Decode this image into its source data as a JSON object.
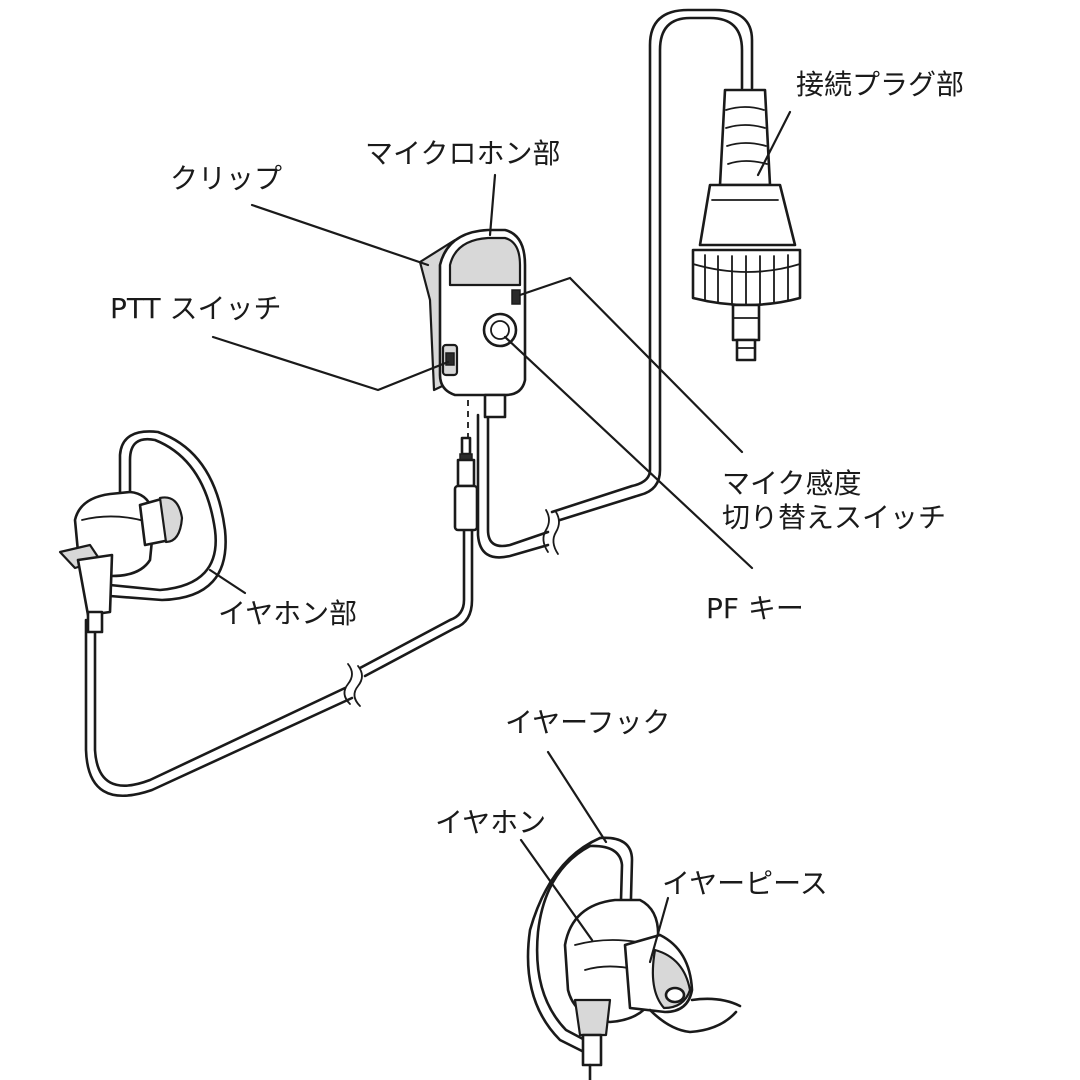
{
  "labels": {
    "connector_plug": "接続プラグ部",
    "microphone": "マイクロホン部",
    "clip": "クリップ",
    "ptt_switch": "PTT スイッチ",
    "mic_sensitivity_line1": "マイク感度",
    "mic_sensitivity_line2": "切り替えスイッチ",
    "earphone_unit": "イヤホン部",
    "pf_key": "PF キー",
    "ear_hook": "イヤーフック",
    "earphone": "イヤホン",
    "ear_piece": "イヤーピース"
  },
  "colors": {
    "line": "#1a1a1a",
    "background": "#ffffff",
    "shade": "#d8d8d8"
  }
}
